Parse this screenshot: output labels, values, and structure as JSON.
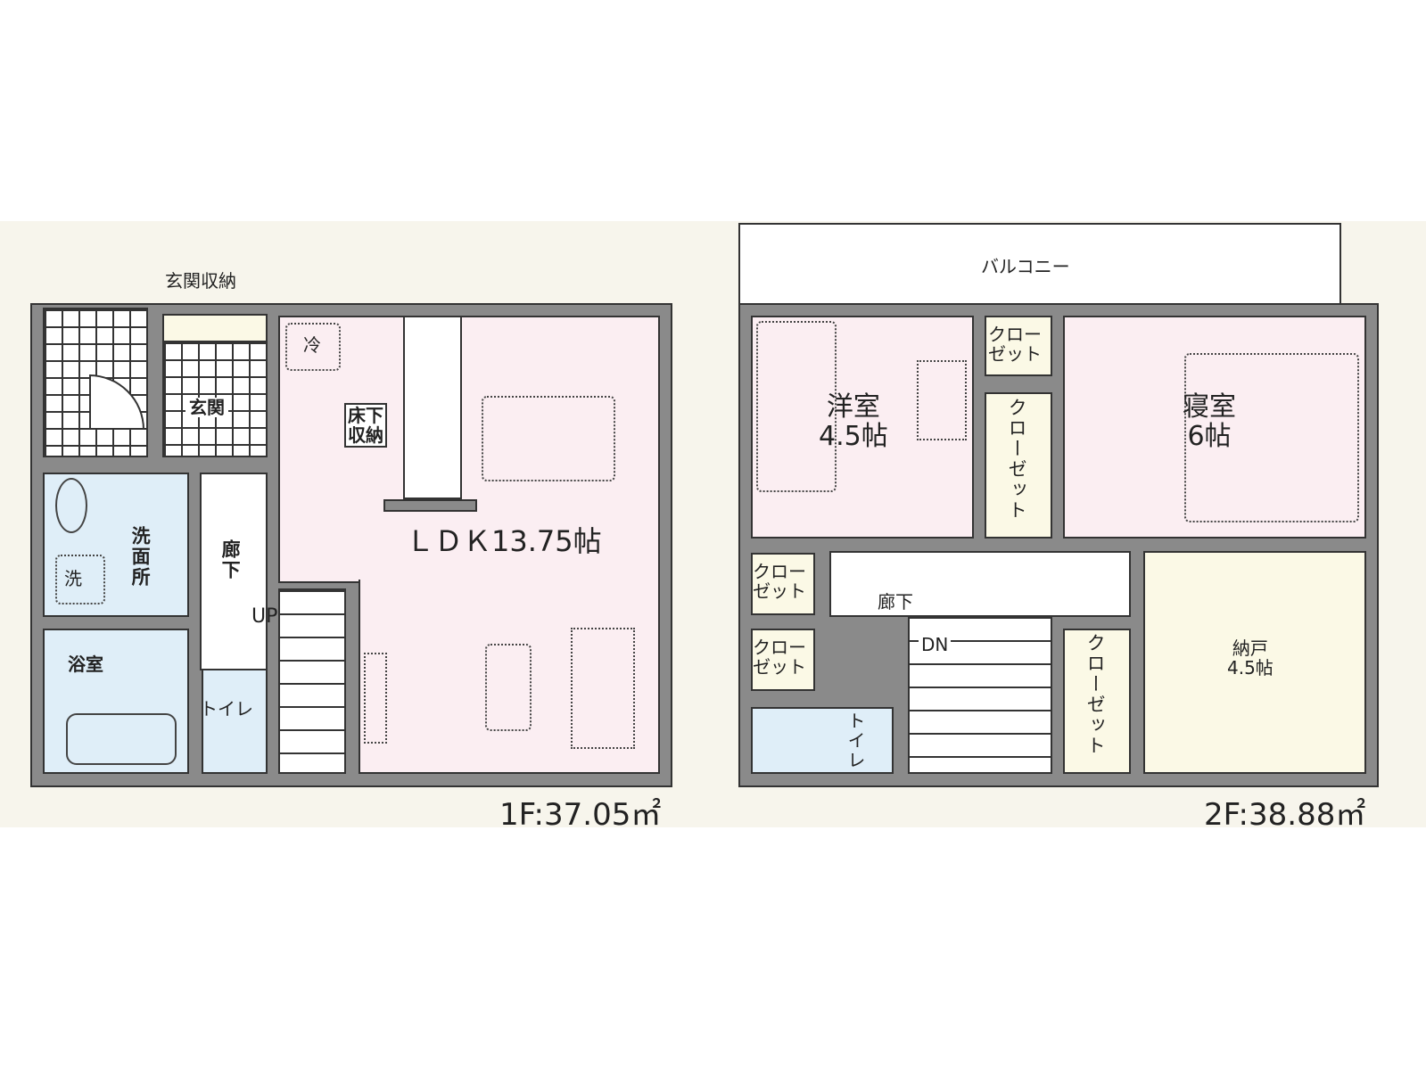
{
  "floor1": {
    "entrance_storage": "玄関収納",
    "entrance": "玄関",
    "fridge": "冷",
    "underfloor_storage": "床下\n収納",
    "ldk": "ＬＤＫ13.75帖",
    "washroom": "洗面所",
    "washer": "洗",
    "hallway": "廊下",
    "bathroom": "浴室",
    "up": "UP",
    "toilet": "トイレ",
    "area": "1F:37.05㎡"
  },
  "floor2": {
    "balcony": "バルコニー",
    "western_room": "洋室\n4.5帖",
    "bedroom": "寝室\n6帖",
    "closet_short": "クロー\nゼット",
    "closet_long": "クローゼット",
    "hallway": "廊下",
    "down": "DN",
    "toilet": "トイレ",
    "storeroom": "納戸\n4.5帖",
    "area": "2F:38.88㎡"
  }
}
